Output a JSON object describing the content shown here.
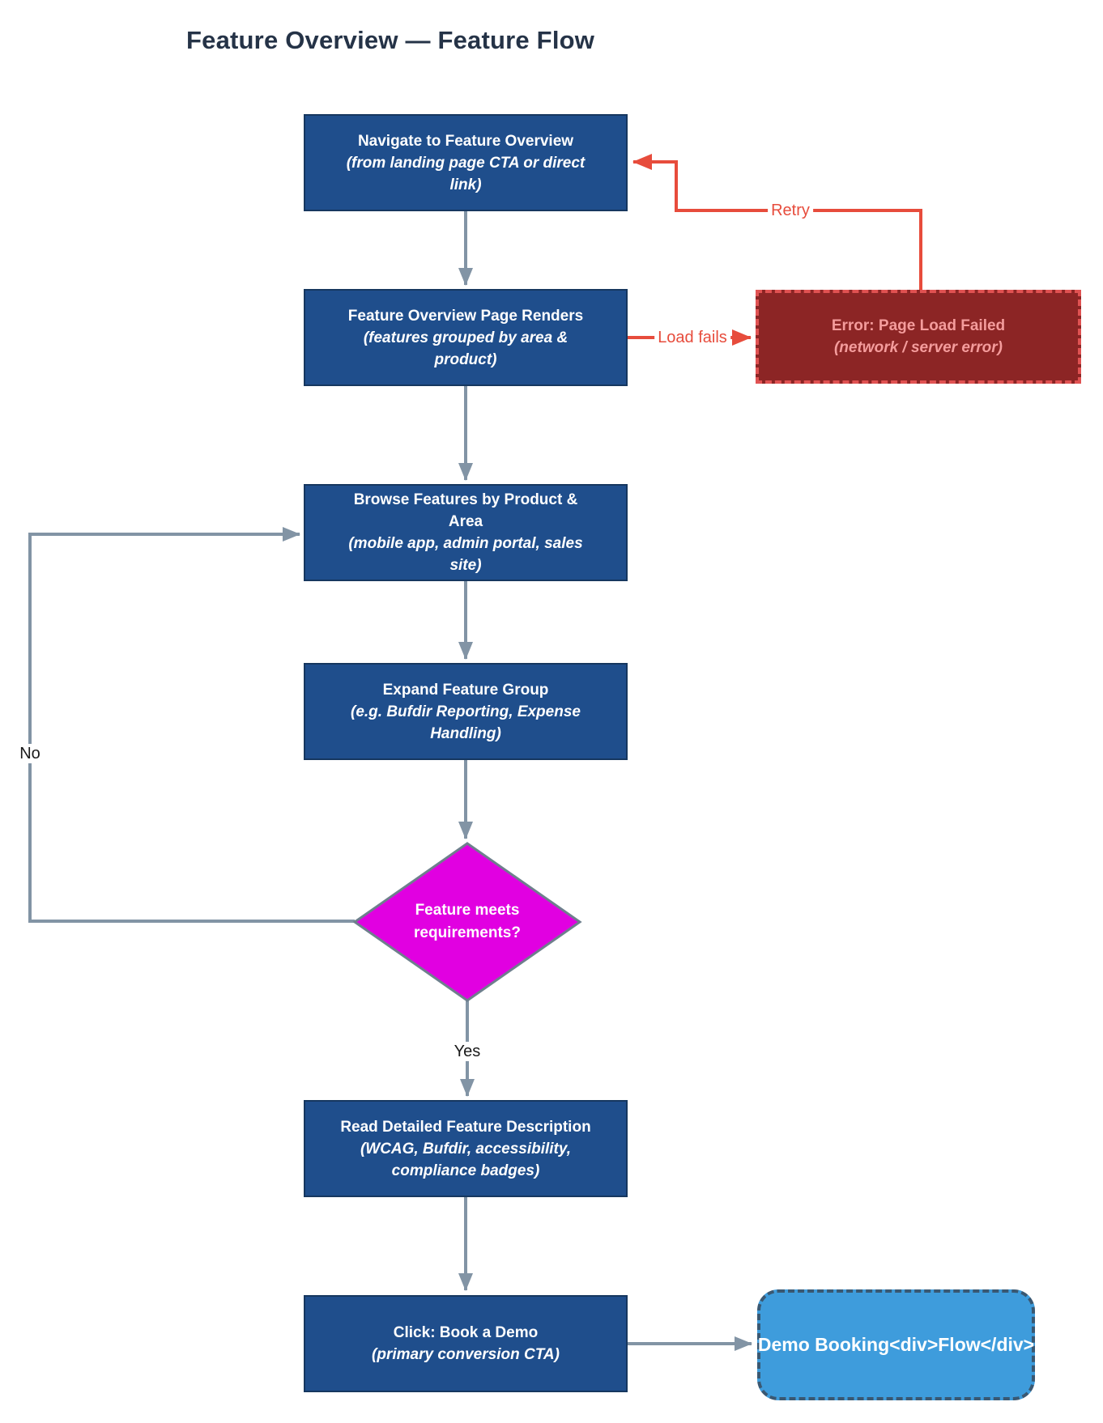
{
  "title": "Feature Overview — Feature Flow",
  "nodes": {
    "navigate": {
      "label": "Navigate to Feature Overview",
      "sub": "(from landing page CTA or direct link)"
    },
    "renders": {
      "label": "Feature Overview Page Renders",
      "sub": "(features grouped by area & product)"
    },
    "error": {
      "label": "Error: Page Load Failed",
      "sub": "(network / server error)"
    },
    "browse": {
      "label": "Browse Features by Product & Area",
      "sub": "(mobile app, admin portal, sales site)"
    },
    "expand": {
      "label": "Expand Feature Group",
      "sub": "(e.g. Bufdir Reporting, Expense Handling)"
    },
    "decision": {
      "label": "Feature meets requirements?"
    },
    "read": {
      "label": "Read Detailed Feature Description",
      "sub": "(WCAG, Bufdir, accessibility, compliance badges)"
    },
    "cta": {
      "label": "Click: Book a Demo",
      "sub": "(primary conversion CTA)"
    },
    "demo": {
      "label": "Demo Booking<div>Flow</div>"
    }
  },
  "edge_labels": {
    "retry": "Retry",
    "load_fails": "Load fails",
    "no": "No",
    "yes": "Yes"
  },
  "colors": {
    "node_fill": "#1F4E8C",
    "node_border": "#16375F",
    "decision_fill": "#E100E1",
    "error_fill": "#8C2525",
    "error_border": "#E05252",
    "error_text": "#F49C9C",
    "demo_fill": "#3E9CDC",
    "demo_border": "#3A5872",
    "arrow_gray": "#8294A5",
    "arrow_red": "#E74C3C",
    "title_text": "#253347"
  }
}
